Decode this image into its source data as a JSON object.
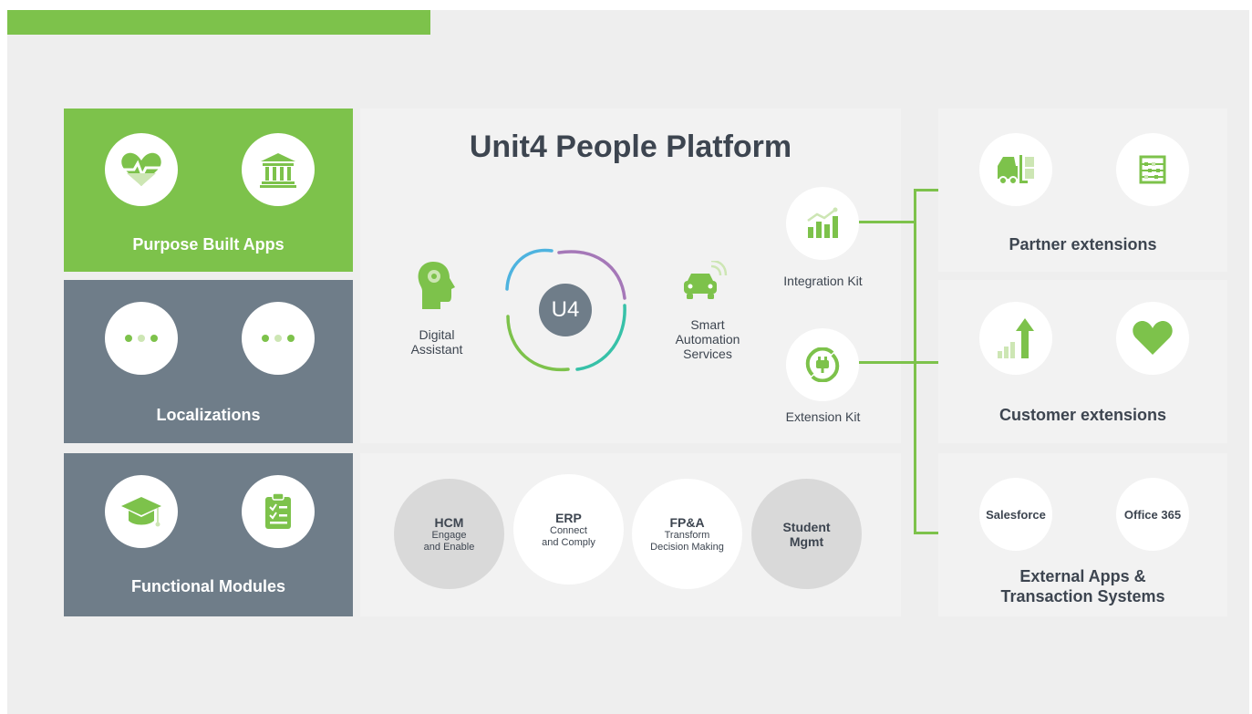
{
  "title": "Unit4 People Platform",
  "left_panels": {
    "purpose": {
      "label": "Purpose Built Apps",
      "icons": [
        "heart-rate-icon",
        "bank-building-icon"
      ]
    },
    "localizations": {
      "label": "Localizations",
      "icons": [
        "ellipsis-icon",
        "ellipsis-icon"
      ]
    },
    "functional": {
      "label": "Functional Modules",
      "icons": [
        "graduation-cap-icon",
        "clipboard-checklist-icon"
      ]
    }
  },
  "center": {
    "digital_assistant": "Digital\nAssistant",
    "logo_text": "U4",
    "smart_automation": "Smart\nAutomation\nServices",
    "integration_kit": "Integration Kit",
    "extension_kit": "Extension Kit"
  },
  "modules": [
    {
      "heading": "HCM",
      "sub": "Engage\nand Enable"
    },
    {
      "heading": "ERP",
      "sub": "Connect\nand Comply"
    },
    {
      "heading": "FP&A",
      "sub": "Transform\nDecision Making"
    },
    {
      "heading": "Student\nMgmt",
      "sub": ""
    }
  ],
  "right_panels": {
    "partner": {
      "label": "Partner extensions",
      "icons": [
        "forklift-icon",
        "abacus-icon"
      ]
    },
    "customer": {
      "label": "Customer extensions",
      "icons": [
        "growth-arrow-icon",
        "heart-icon"
      ]
    },
    "external": {
      "label": "External Apps &\nTransaction Systems",
      "apps": [
        "Salesforce",
        "Office 365"
      ]
    }
  },
  "colors": {
    "green": "#7dc24b",
    "slate": "#6f7d89",
    "background": "#eeeeee",
    "text": "#3d4550"
  }
}
